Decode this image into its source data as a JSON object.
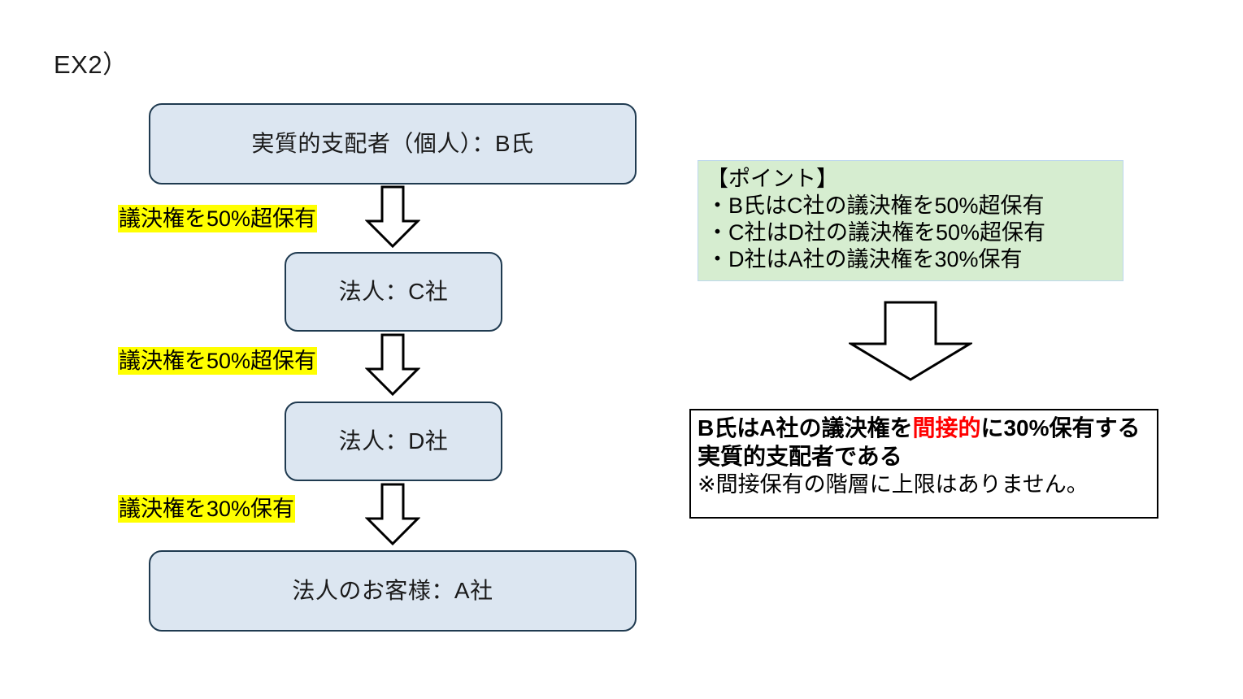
{
  "page": {
    "section_label": "EX2）",
    "background": "#ffffff"
  },
  "colors": {
    "entity_fill": "#dce6f1",
    "entity_border": "#1f3a50",
    "highlight_yellow": "#ffff00",
    "points_fill": "#d6edd0",
    "points_border": "#bdd7ee",
    "conclusion_border": "#000000",
    "accent_red": "#ff0000"
  },
  "flow": {
    "nodes": [
      {
        "id": "b",
        "label": "実質的支配者（個人）：B氏"
      },
      {
        "id": "c",
        "label": "法人：C社"
      },
      {
        "id": "d",
        "label": "法人：D社"
      },
      {
        "id": "a",
        "label": "法人のお客様：A社"
      }
    ],
    "edges": [
      {
        "id": "b-to-c",
        "label": "議決権を50%超保有",
        "icon": "down-block-arrow-icon"
      },
      {
        "id": "c-to-d",
        "label": "議決権を50%超保有",
        "icon": "down-block-arrow-icon"
      },
      {
        "id": "d-to-a",
        "label": "議決権を30%保有",
        "icon": "down-block-arrow-icon"
      }
    ]
  },
  "points": {
    "title": "【ポイント】",
    "items": [
      "・B氏はC社の議決権を50%超保有",
      "・C社はD社の議決権を50%超保有",
      "・D社はA社の議決権を30%保有"
    ]
  },
  "transition": {
    "icon": "down-block-arrow-icon"
  },
  "conclusion": {
    "main_part1": "B氏はA社の議決権を",
    "main_emphasis": "間接的",
    "main_part2": "に30%保有する実質的支配者である",
    "note": "※間接保有の階層に上限はありません。"
  }
}
